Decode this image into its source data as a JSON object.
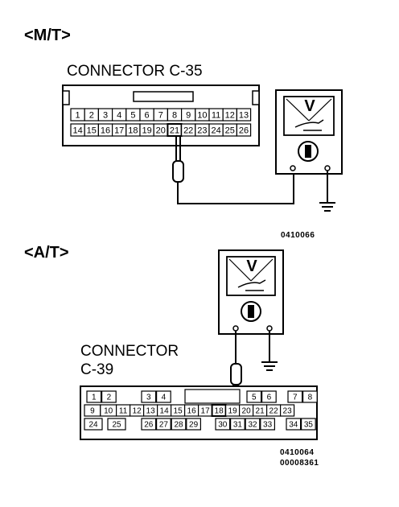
{
  "mt": {
    "section_label": "<M/T>",
    "connector_label": "CONNECTOR C-35",
    "figure_code": "0410066",
    "pins_row1": [
      "1",
      "2",
      "3",
      "4",
      "5",
      "6",
      "7",
      "8",
      "9",
      "10",
      "11",
      "12",
      "13"
    ],
    "pins_row2": [
      "14",
      "15",
      "16",
      "17",
      "18",
      "19",
      "20",
      "21",
      "22",
      "23",
      "24",
      "25",
      "26"
    ],
    "probe_pin": "21"
  },
  "at": {
    "section_label": "<A/T>",
    "connector_label_line1": "CONNECTOR",
    "connector_label_line2": "C-39",
    "figure_code_1": "0410064",
    "figure_code_2": "00008361",
    "pins_row1": [
      "1",
      "2",
      "3",
      "4",
      "5",
      "6",
      "7",
      "8"
    ],
    "pins_row2": [
      "9",
      "10",
      "11",
      "12",
      "13",
      "14",
      "15",
      "16",
      "17",
      "18",
      "19",
      "20",
      "21",
      "22",
      "23"
    ],
    "pins_row3": [
      "24",
      "25",
      "26",
      "27",
      "28",
      "29",
      "30",
      "31",
      "32",
      "33",
      "34",
      "35"
    ],
    "probe_pin": "18"
  },
  "meter": {
    "dial_symbol": "V"
  }
}
